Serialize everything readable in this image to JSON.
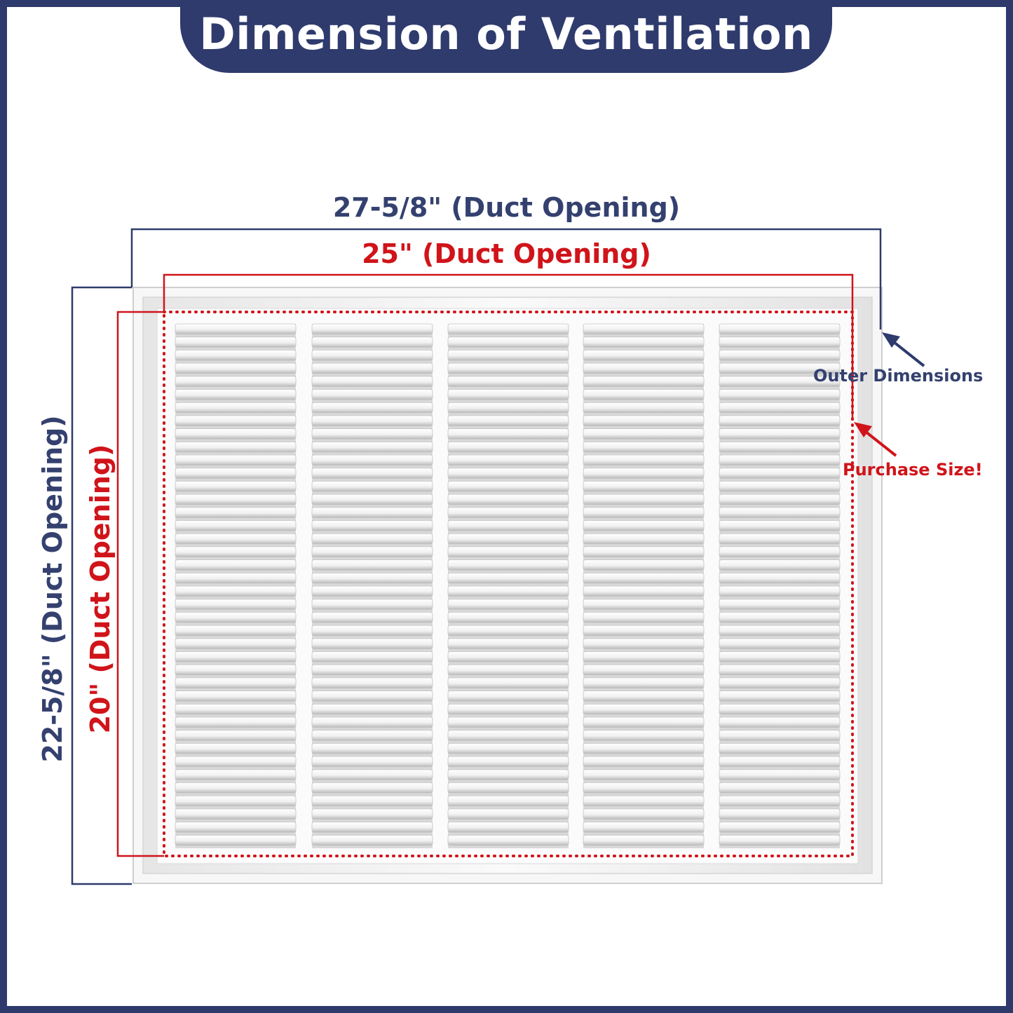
{
  "title": "Dimension of Ventilation",
  "labels": {
    "width_outer": "27-5/8\" (Duct Opening)",
    "width_inner": "25\" (Duct Opening)",
    "height_outer": "22-5/8\" (Duct Opening)",
    "height_inner": "20\" (Duct Opening)",
    "outer_dimensions": "Outer Dimensions",
    "purchase_size": "Purchase Size!"
  },
  "colors": {
    "navy": "#2f3b6d",
    "red": "#d0141a",
    "background": "#ffffff"
  },
  "icons": {
    "outer_arrow": "arrow-up-left-icon",
    "purchase_arrow": "arrow-up-left-icon"
  }
}
